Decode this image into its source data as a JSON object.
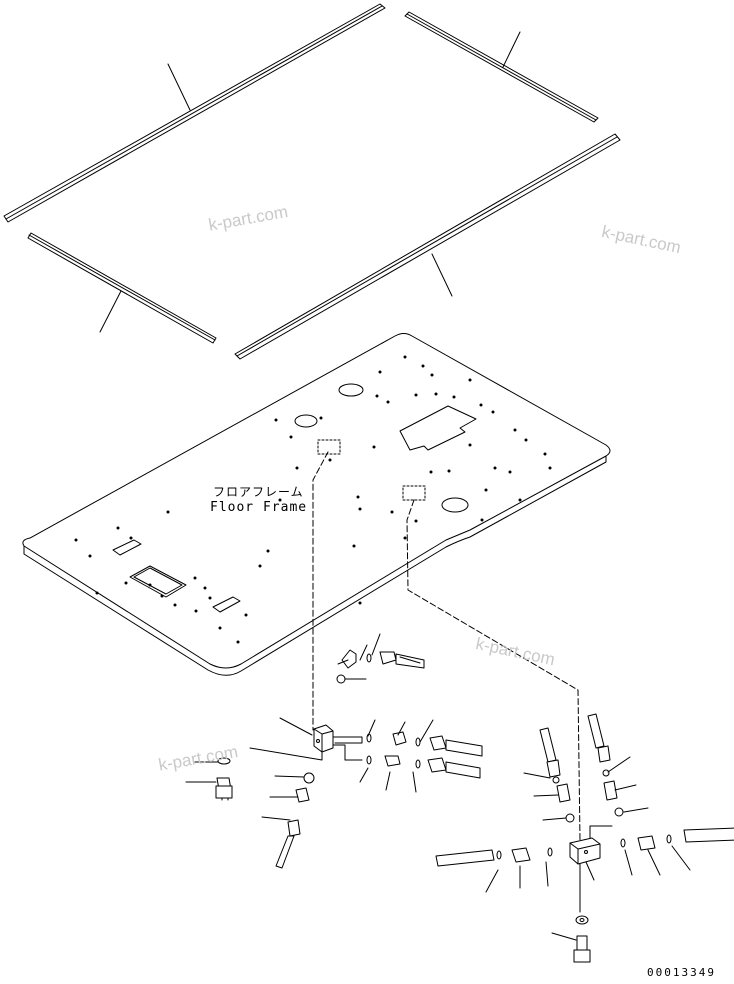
{
  "diagram": {
    "title_jp": "フロアフレーム",
    "title_en": "Floor Frame",
    "figure_number": "00013349",
    "watermark": "k-part.com",
    "line_color": "#000000",
    "watermark_color": "#c9c9c9"
  }
}
